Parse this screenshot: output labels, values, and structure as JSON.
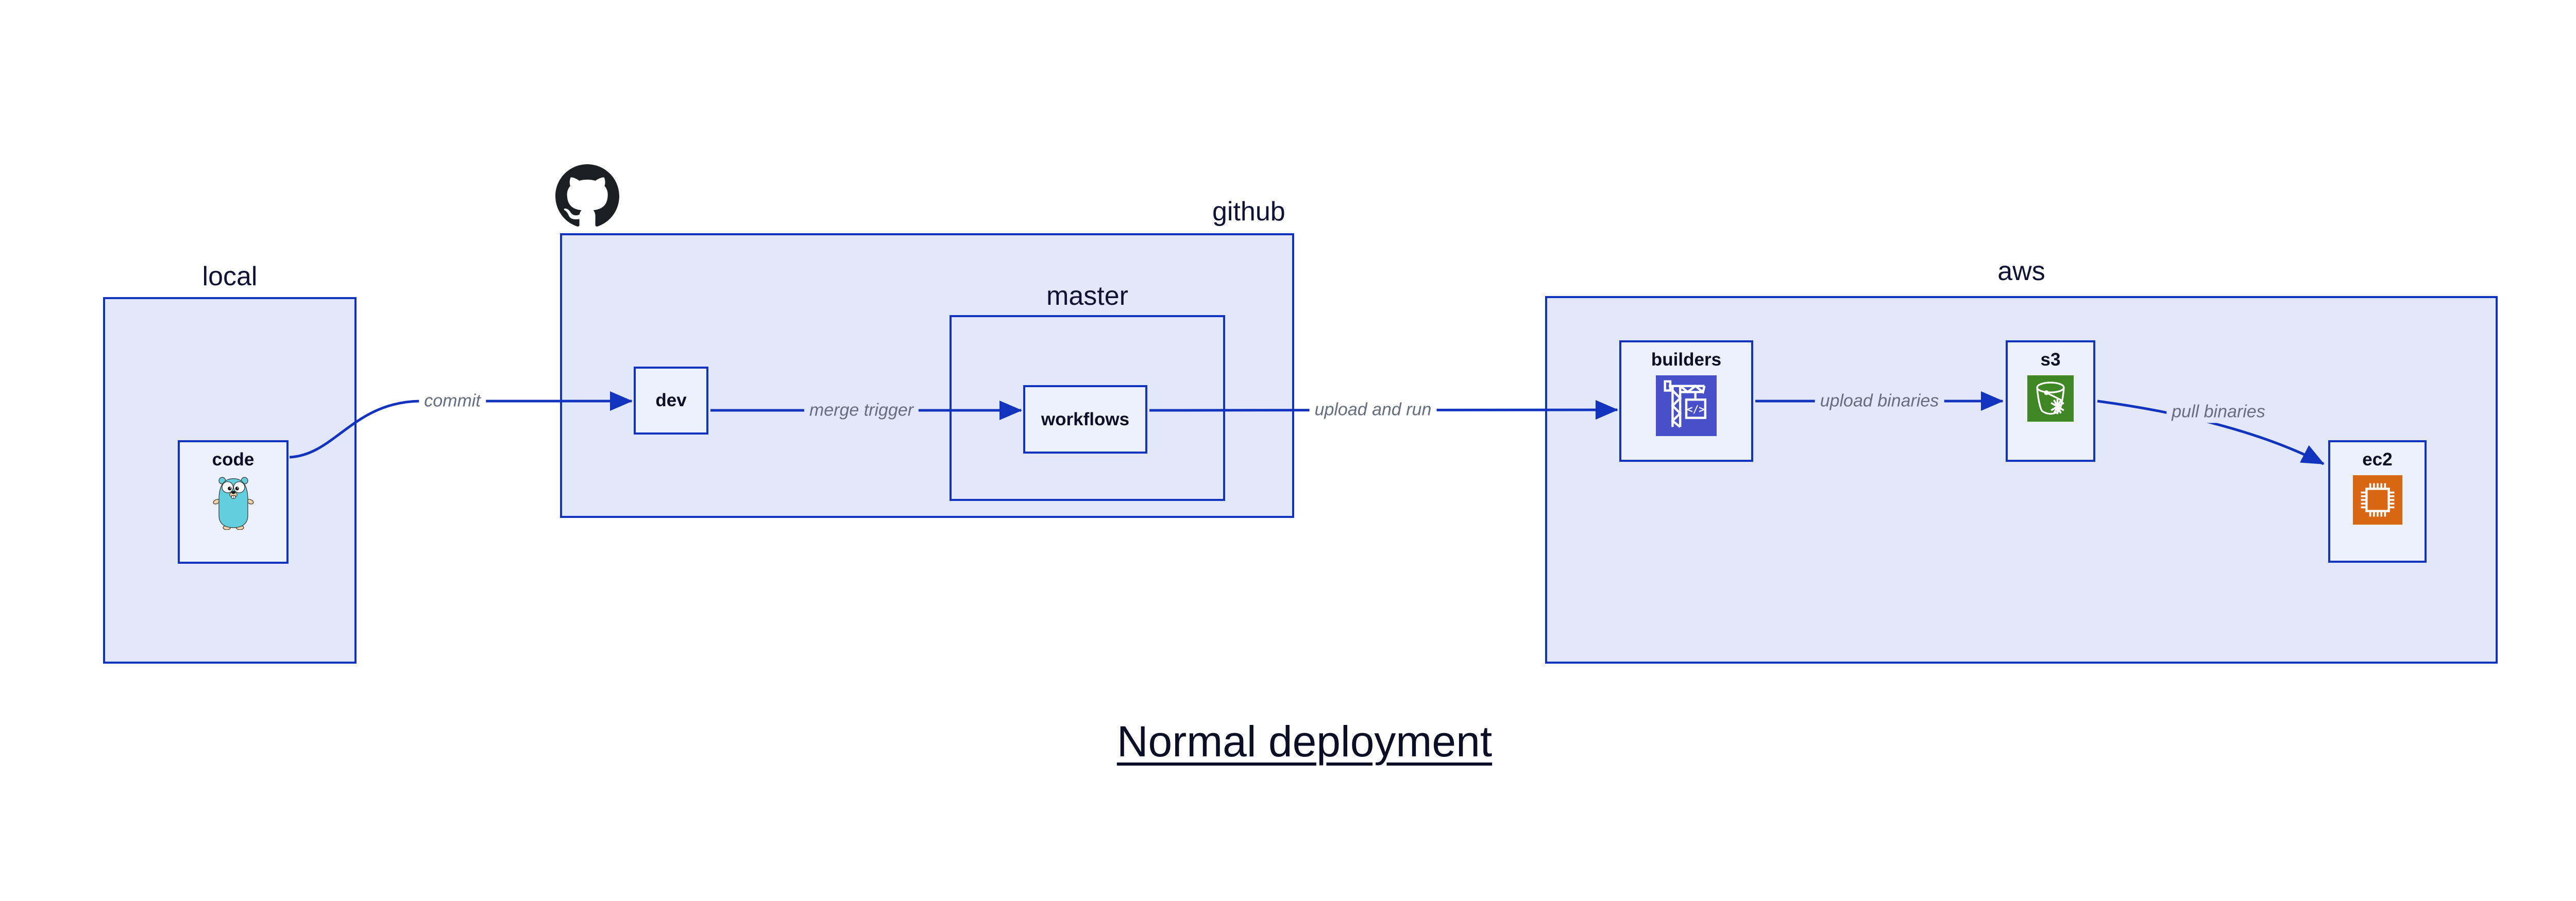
{
  "diagram_type": "deployment-flow",
  "title": {
    "text": "Normal deployment"
  },
  "groups": {
    "local": {
      "label": "local"
    },
    "github": {
      "label": "github",
      "icon": "github-octocat-icon"
    },
    "master": {
      "label": "master"
    },
    "aws": {
      "label": "aws"
    }
  },
  "nodes": {
    "code": {
      "label": "code",
      "group": "local",
      "icon": "go-gopher-icon"
    },
    "dev": {
      "label": "dev",
      "group": "github"
    },
    "workflows": {
      "label": "workflows",
      "group": "master"
    },
    "builders": {
      "label": "builders",
      "group": "aws",
      "icon": "aws-codebuild-icon"
    },
    "s3": {
      "label": "s3",
      "group": "aws",
      "icon": "aws-s3-bucket-icon"
    },
    "ec2": {
      "label": "ec2",
      "group": "aws",
      "icon": "aws-ec2-chip-icon"
    }
  },
  "edges": [
    {
      "from": "code",
      "to": "dev",
      "label": "commit"
    },
    {
      "from": "dev",
      "to": "workflows",
      "label": "merge trigger"
    },
    {
      "from": "workflows",
      "to": "builders",
      "label": "upload and run"
    },
    {
      "from": "builders",
      "to": "s3",
      "label": "upload binaries"
    },
    {
      "from": "s3",
      "to": "ec2",
      "label": "pull binaries"
    }
  ],
  "colors": {
    "page_background": "#ffffff",
    "container_fill": "#e2e8f9",
    "node_fill": "#edf1fb",
    "border_and_edge_blue": "#1233be",
    "text_navy": "#0a0f25",
    "edge_label_gray": "#676c7e",
    "octocat_black": "#1b1f23",
    "gopher_teal": "#62cfde",
    "gopher_tan": "#f6d2a2",
    "codebuild_indigo": "#474fc9",
    "s3_green": "#3f8624",
    "ec2_orange": "#d86613"
  }
}
